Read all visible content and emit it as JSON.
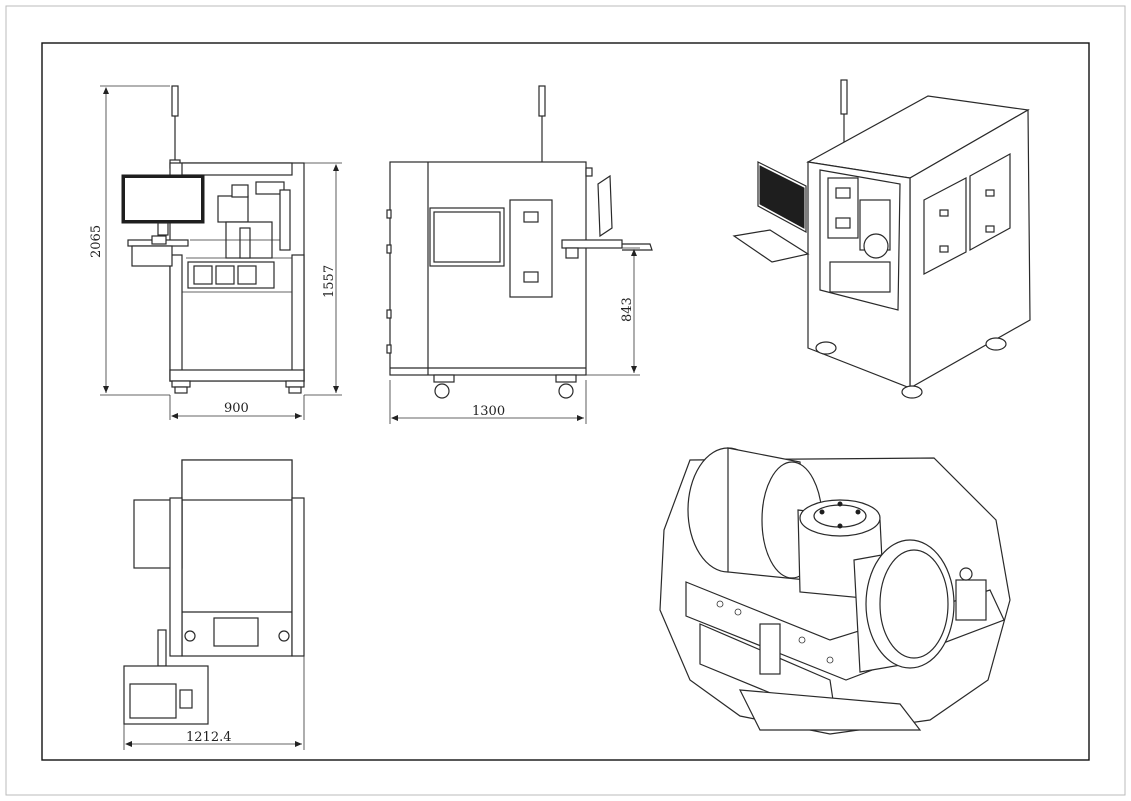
{
  "drawing": {
    "dimensions": {
      "front_total_height": "2065",
      "front_body_height": "1557",
      "front_width": "900",
      "side_table_height": "843",
      "side_depth": "1300",
      "top_width": "1212.4"
    }
  },
  "colors": {
    "line": "#2a2a2a",
    "background": "#ffffff",
    "screen": "#1e1e1e",
    "panel_fill": "#d9d9d9"
  }
}
